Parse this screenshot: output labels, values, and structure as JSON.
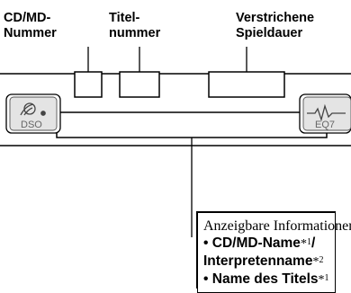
{
  "labels": {
    "cd_md_number": [
      "CD/MD-",
      "Nummer"
    ],
    "track_number": [
      "Titel-",
      "nummer"
    ],
    "elapsed_time": [
      "Verstrichene",
      "Spieldauer"
    ]
  },
  "buttons": {
    "left": "DSO",
    "right": "EQ7"
  },
  "info_box": {
    "heading": "Anzeigbare Informationen",
    "items": [
      {
        "bullet": "•",
        "text": "CD/MD-Name",
        "mark": "*",
        "mark_num": "1",
        "suffix": "/"
      },
      {
        "bullet": "",
        "text": "Interpretenname",
        "mark": "*",
        "mark_num": "2",
        "suffix": ""
      },
      {
        "bullet": "•",
        "text": "Name des Titels",
        "mark": "*",
        "mark_num": "1",
        "suffix": ""
      }
    ]
  }
}
